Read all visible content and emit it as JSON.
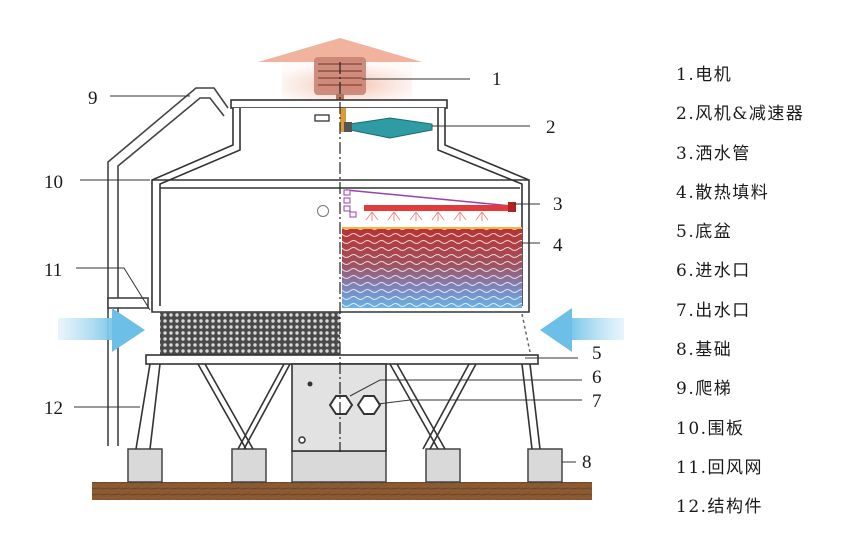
{
  "callouts": [
    "1",
    "2",
    "3",
    "4",
    "5",
    "6",
    "7",
    "8",
    "9",
    "10",
    "11",
    "12"
  ],
  "legend": [
    "1.电机",
    "2.风机&减速器",
    "3.洒水管",
    "4.散热填料",
    "5.底盆",
    "6.进水口",
    "7.出水口",
    "8.基础",
    "9.爬梯",
    "10.围板",
    "11.回风网",
    "12.结构件"
  ],
  "colors": {
    "exhaust_air": "#f1b39d",
    "intake_air": "#6cc0e8",
    "motor": "#c98372",
    "fan_blade": "#2f9ba5",
    "spray_pipe": "#e23b3b",
    "fill_top": "#b9322f",
    "fill_bottom": "#6bb3e3",
    "ground": "#8a5a33",
    "distribution_line": "#9a3fb0"
  },
  "icons": [
    "exhaust-arrow-icon",
    "intake-arrow-left-icon",
    "intake-arrow-right-icon",
    "motor-icon",
    "fan-icon"
  ]
}
